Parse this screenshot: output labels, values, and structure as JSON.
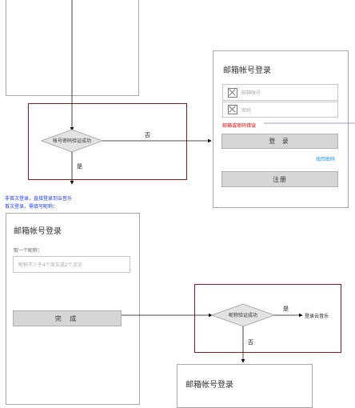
{
  "decisions": {
    "credential_check": "帐号密码验证成功",
    "nickname_check": "昵称验证成功"
  },
  "branches": {
    "no": "否",
    "yes": "是"
  },
  "notes": {
    "first_login_line1": "非首次登录，直接登录到云音乐",
    "first_login_line2": "首次登录，需填写昵称："
  },
  "login_panel": {
    "title": "邮箱帐号登录",
    "email_placeholder": "邮箱帐号",
    "password_placeholder": "密码",
    "error_text": "邮箱或密码错误",
    "login_button": "登 录",
    "forgot_link": "找回密码",
    "register_button": "注册"
  },
  "nickname_panel": {
    "title": "邮箱帐号登录",
    "prompt": "取一个昵称：",
    "placeholder": "昵称不少于4个英文或2个汉字",
    "done_button": "完  成"
  },
  "bottom_panel": {
    "title": "邮箱帐号登录"
  },
  "outcome": "登录云音乐",
  "colors": {
    "frame_red": "#8b1a1a",
    "note_blue": "#1a3cff",
    "error_red": "#e60000",
    "link_blue": "#1a8cff",
    "button_gray": "#d6d6d6"
  }
}
